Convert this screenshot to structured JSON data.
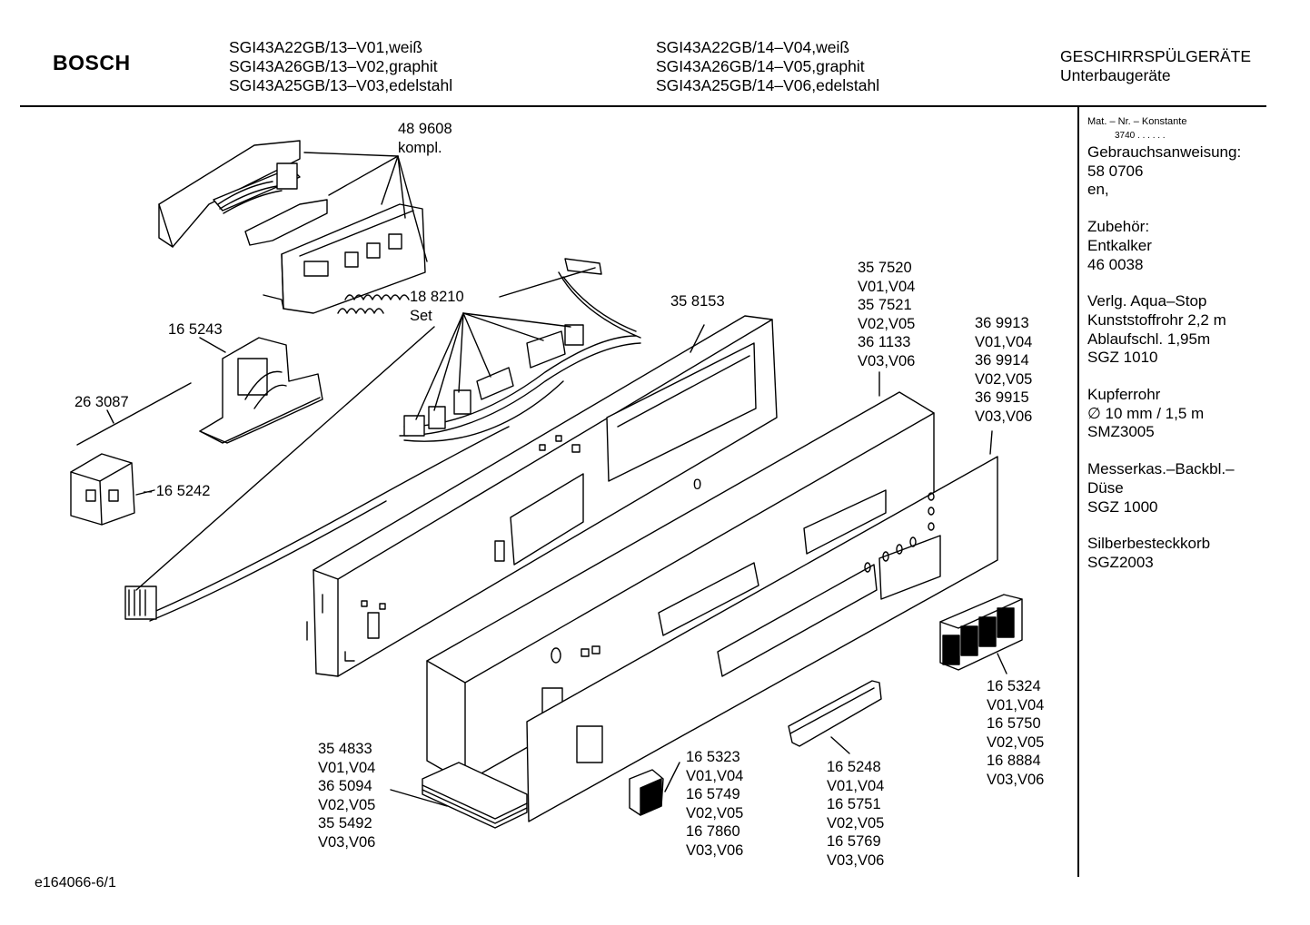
{
  "header": {
    "brand": "BOSCH",
    "models_13": [
      "SGI43A22GB/13–V01,weiß",
      "SGI43A26GB/13–V02,graphit",
      "SGI43A25GB/13–V03,edelstahl"
    ],
    "models_14": [
      "SGI43A22GB/14–V04,weiß",
      "SGI43A26GB/14–V05,graphit",
      "SGI43A25GB/14–V06,edelstahl"
    ],
    "category": [
      "GESCHIRRSPÜLGERÄTE",
      "Unterbaugeräte"
    ]
  },
  "sidebar": {
    "mat_label": "Mat. – Nr. – Konstante",
    "mat_value": "3740  .  .    .  .  .  .",
    "groups": [
      [
        "Gebrauchsanweisung:",
        "58 0706",
        "en,"
      ],
      [
        "Zubehör:",
        "Entkalker",
        "46 0038"
      ],
      [
        "Verlg. Aqua–Stop",
        "Kunststoffrohr 2,2 m",
        "Ablaufschl. 1,95m",
        "SGZ 1010"
      ],
      [
        "Kupferrohr",
        "∅ 10 mm / 1,5 m",
        "SMZ3005"
      ],
      [
        "Messerkas.–Backbl.–",
        "Düse",
        "SGZ 1000"
      ],
      [
        "Silberbesteckkorb",
        "SGZ2003"
      ]
    ]
  },
  "parts": {
    "p489608": [
      "48 9608",
      "kompl."
    ],
    "p188210": [
      "18 8210",
      "Set"
    ],
    "p358153": [
      "35 8153"
    ],
    "p165243": [
      "16 5243"
    ],
    "p263087": [
      "26 3087"
    ],
    "p165242": [
      "– 16 5242"
    ],
    "p357520": [
      "35 7520",
      "V01,V04",
      "35 7521",
      "V02,V05",
      "36 1133",
      "V03,V06"
    ],
    "p369913": [
      "36 9913",
      "V01,V04",
      "36 9914",
      "V02,V05",
      "36 9915",
      "V03,V06"
    ],
    "p165324": [
      "16 5324",
      "V01,V04",
      "16 5750",
      "V02,V05",
      "16 8884",
      "V03,V06"
    ],
    "p354833": [
      "35 4833",
      "V01,V04",
      "36 5094",
      "V02,V05",
      "35 5492",
      "V03,V06"
    ],
    "p165323": [
      "16 5323",
      "V01,V04",
      "16 5749",
      "V02,V05",
      "16 7860",
      "V03,V06"
    ],
    "p165248": [
      "16 5248",
      "V01,V04",
      "16 5751",
      "V02,V05",
      "16 5769",
      "V03,V06"
    ],
    "zero_mark": "0"
  },
  "footer": {
    "doc_id": "e164066-6/1"
  }
}
